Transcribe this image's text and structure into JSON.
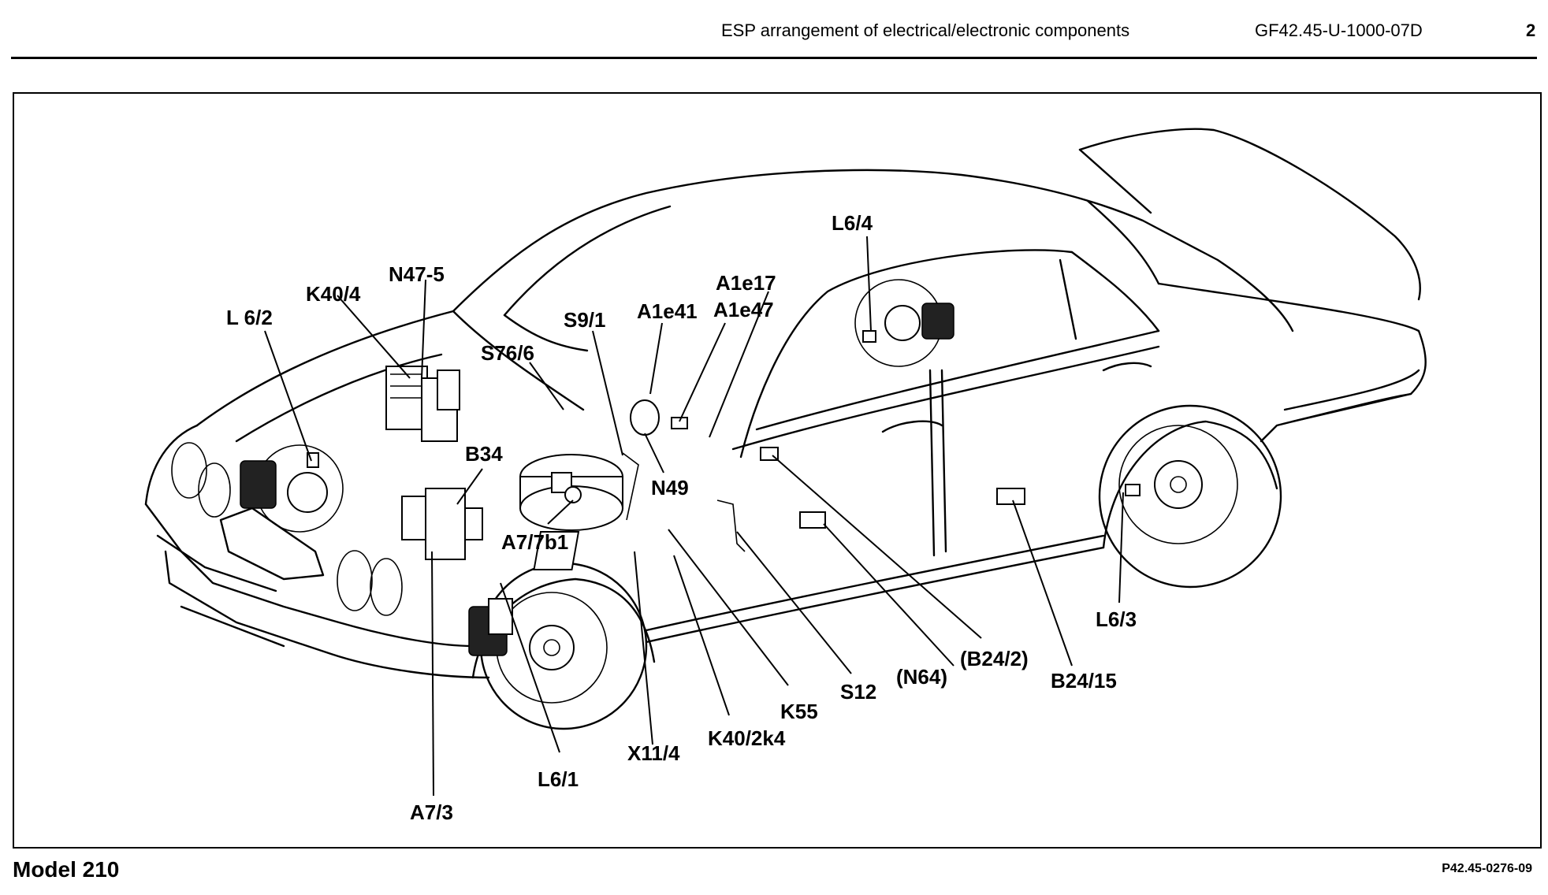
{
  "header": {
    "title": "ESP arrangement of electrical/electronic components",
    "doc_number": "GF42.45-U-1000-07D",
    "page": "2"
  },
  "footer": {
    "model": "Model 210",
    "figure_id": "P42.45-0276-09"
  },
  "labels": {
    "l6_2": "L 6/2",
    "k40_4": "K40/4",
    "n47_5": "N47-5",
    "s76_6": "S76/6",
    "s9_1": "S9/1",
    "a1e41": "A1e41",
    "a1e47": "A1e47",
    "a1e17": "A1e17",
    "l6_4": "L6/4",
    "b34": "B34",
    "n49": "N49",
    "a7_7b1": "A7/7b1",
    "x11_4": "X11/4",
    "k40_2k4": "K40/2k4",
    "k55": "K55",
    "s12": "S12",
    "n64": "(N64)",
    "b24_2": "(B24/2)",
    "b24_15": "B24/15",
    "l6_3": "L6/3",
    "l6_1": "L6/1",
    "a7_3": "A7/3"
  }
}
